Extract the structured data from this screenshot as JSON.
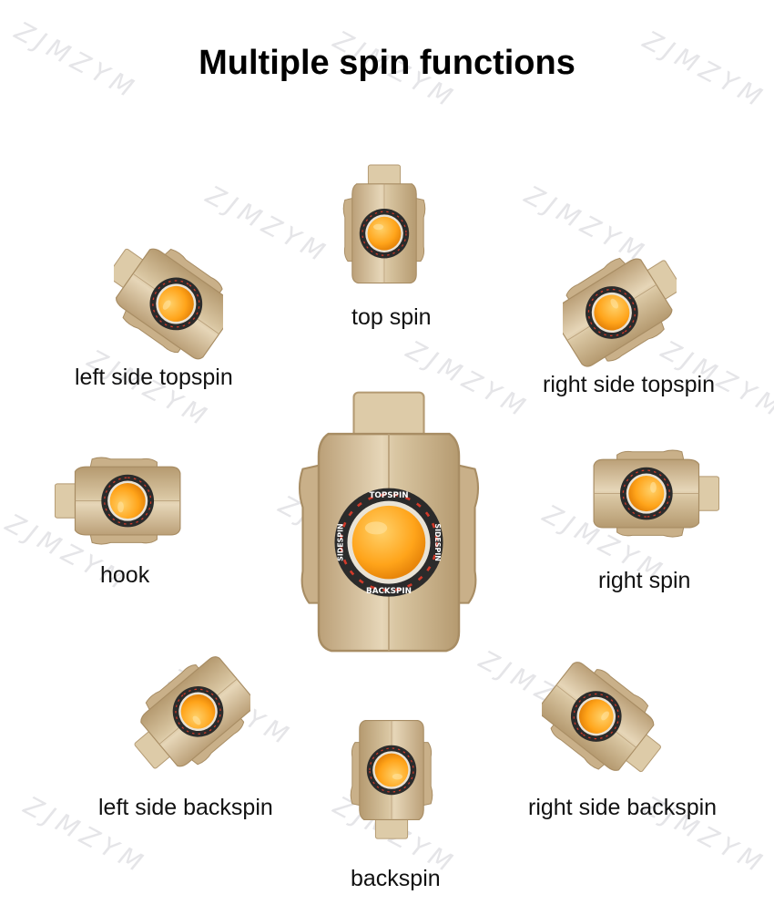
{
  "title": "Multiple spin functions",
  "watermark": "ZJMZYM",
  "colors": {
    "body": "#d8c29c",
    "body_shade": "#bba078",
    "body_light": "#e9dcc2",
    "ball": "#ffa41a",
    "ball_highlight": "#ffd16a",
    "ring": "#2b2b2b",
    "ring_red": "#d23a2a"
  },
  "center_ring": {
    "top": "TOPSPIN",
    "bottom": "BACKSPIN",
    "left": "SIDESPIN",
    "right": "SIDESPIN"
  },
  "modes": [
    {
      "label": "top spin",
      "icon": "machine-top-spin-icon"
    },
    {
      "label": "left side topspin",
      "icon": "machine-left-side-topspin-icon"
    },
    {
      "label": "right side topspin",
      "icon": "machine-right-side-topspin-icon"
    },
    {
      "label": "hook",
      "icon": "machine-hook-icon"
    },
    {
      "label": "right spin",
      "icon": "machine-right-spin-icon"
    },
    {
      "label": "left side backspin",
      "icon": "machine-left-side-backspin-icon"
    },
    {
      "label": "backspin",
      "icon": "machine-backspin-icon"
    },
    {
      "label": "right side backspin",
      "icon": "machine-right-side-backspin-icon"
    }
  ]
}
